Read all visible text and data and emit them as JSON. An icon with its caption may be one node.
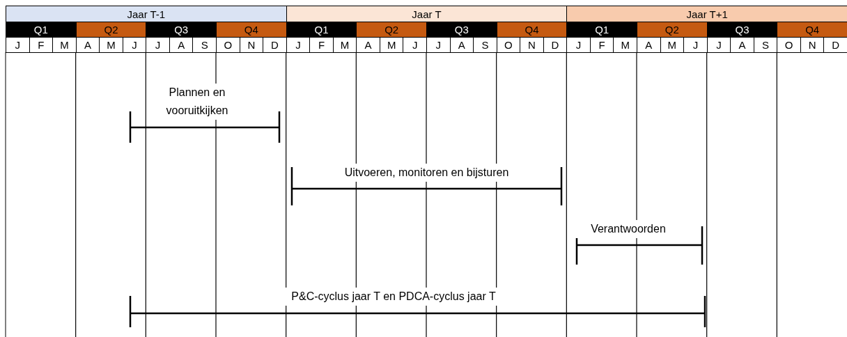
{
  "diagram": {
    "labels": [
      "Jaar T-1",
      "Jaar T",
      "Jaar T+1",
      "Q1",
      "Q2",
      "Q3",
      "Q4",
      "Q1",
      "Q2",
      "Q3",
      "Q4",
      "Q1",
      "Q2",
      "Q3",
      "Q4",
      "J",
      "F",
      "M",
      "A",
      "M",
      "J",
      "J",
      "A",
      "S",
      "O",
      "N",
      "D",
      "J",
      "F",
      "M",
      "A",
      "M",
      "J",
      "J",
      "A",
      "S",
      "O",
      "N",
      "D",
      "J",
      "F",
      "M",
      "A",
      "M",
      "J",
      "J",
      "A",
      "S",
      "O",
      "N",
      "D",
      "Plannen en vooruitkijken",
      "Uitvoeren, monitoren en bijsturen",
      "Verantwoorden",
      "P&C-cyclus jaar T en PDCA-cyclus jaar T"
    ]
  }
}
